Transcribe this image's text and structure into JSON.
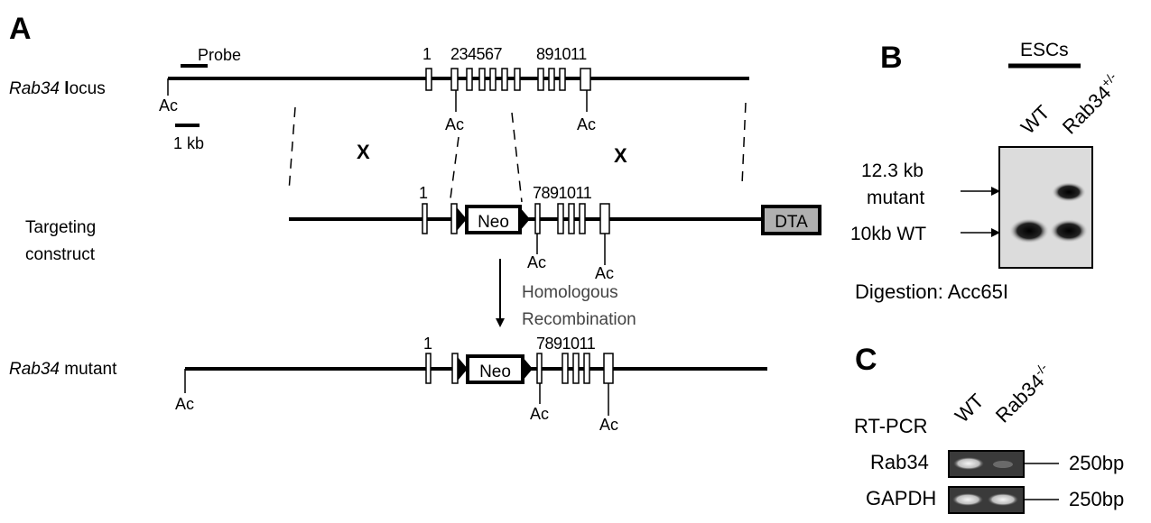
{
  "panels": {
    "a_label": "A",
    "b_label": "B",
    "c_label": "C"
  },
  "locus": {
    "label_italic": "Rab34",
    "label_bold": "l",
    "label_rest": "ocus",
    "probe": "Probe",
    "scale": "1 kb",
    "exon_1": "1",
    "exons_2_7": "234567",
    "exons_8_11": "891011",
    "site_ac": "Ac"
  },
  "crossover": "X",
  "construct": {
    "label_line1": "Targeting",
    "label_line2": "construct",
    "exon_1": "1",
    "exons_7_11": "7891011",
    "neo": "Neo",
    "dta": "DTA",
    "site_ac": "Ac"
  },
  "recombination": {
    "line1": "Homologous",
    "line2": "Recombination"
  },
  "mutant": {
    "label_italic": "Rab34",
    "label_rest": " mutant",
    "exon_1": "1",
    "exons_7_11": "7891011",
    "neo": "Neo",
    "site_ac": "Ac"
  },
  "blot": {
    "group": "ESCs",
    "lane_wt": "WT",
    "lane_het": "Rab34",
    "lane_het_sup": "+/-",
    "band_mutant_1": "12.3 kb",
    "band_mutant_2": "mutant",
    "band_wt": "10kb WT",
    "digestion": "Digestion: Acc65I"
  },
  "pcr": {
    "method": "RT-PCR",
    "lane_wt": "WT",
    "lane_ko": "Rab34",
    "lane_ko_sup": "-/-",
    "gene_1": "Rab34",
    "gene_2": "GAPDH",
    "size_1": "250bp",
    "size_2": "250bp"
  }
}
